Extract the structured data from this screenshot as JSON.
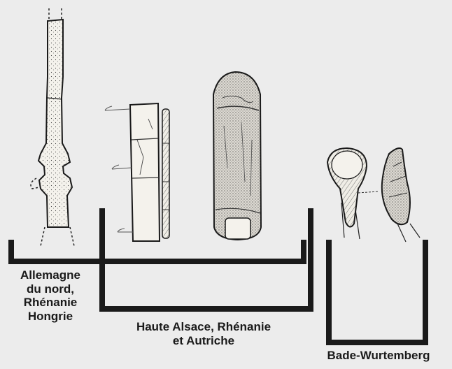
{
  "groups": {
    "north": {
      "lines": [
        "Allemagne",
        "du nord,",
        "Rhénanie",
        "Hongrie"
      ]
    },
    "alsace": {
      "lines": [
        "Haute Alsace, Rhénanie",
        "et Autriche"
      ]
    },
    "bade": {
      "lines": [
        "Bade-Wurtemberg"
      ]
    }
  },
  "colors": {
    "ink": "#1a1a1a",
    "background": "#ececec",
    "bone": "#f4f2ec"
  },
  "artifacts": [
    "antler-haft-tool",
    "segmented-bone-plate",
    "bone-rod-side-view",
    "decorated-bone-handle",
    "bone-tooth-pendant",
    "curved-bone-fragment"
  ]
}
